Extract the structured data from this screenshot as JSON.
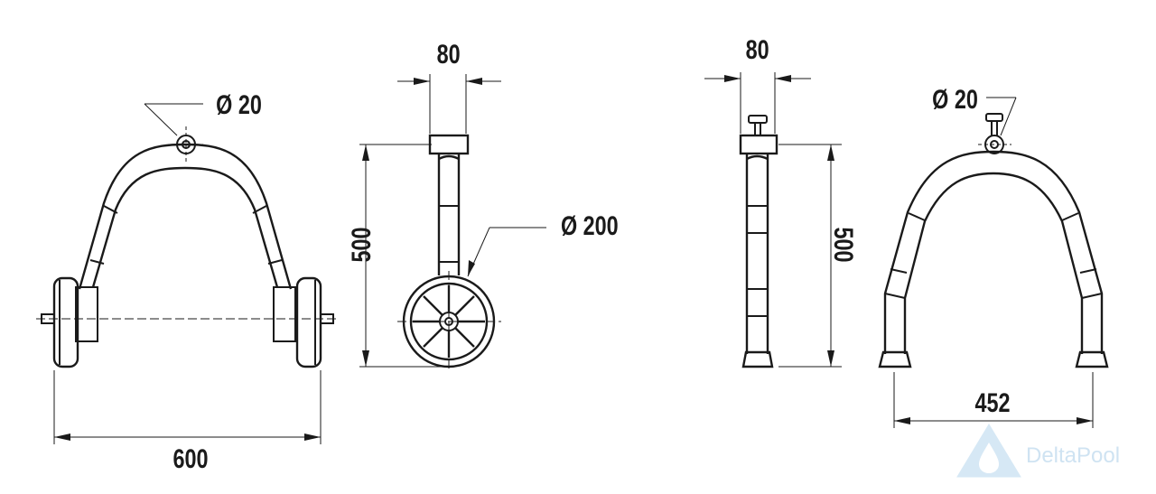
{
  "diagram": {
    "views": {
      "front_view": {
        "diameter_label": "Ø 20",
        "width_label": "600"
      },
      "side_view_with_wheel": {
        "width_label": "80",
        "height_label": "500",
        "wheel_diameter_label": "Ø 200"
      },
      "side_view_without_wheel": {
        "width_label": "80",
        "height_label": "500"
      },
      "rear_view": {
        "diameter_label": "Ø 20",
        "width_label": "452"
      }
    },
    "logo": {
      "text": "DeltaPool",
      "color": "#cfe3f2"
    }
  }
}
